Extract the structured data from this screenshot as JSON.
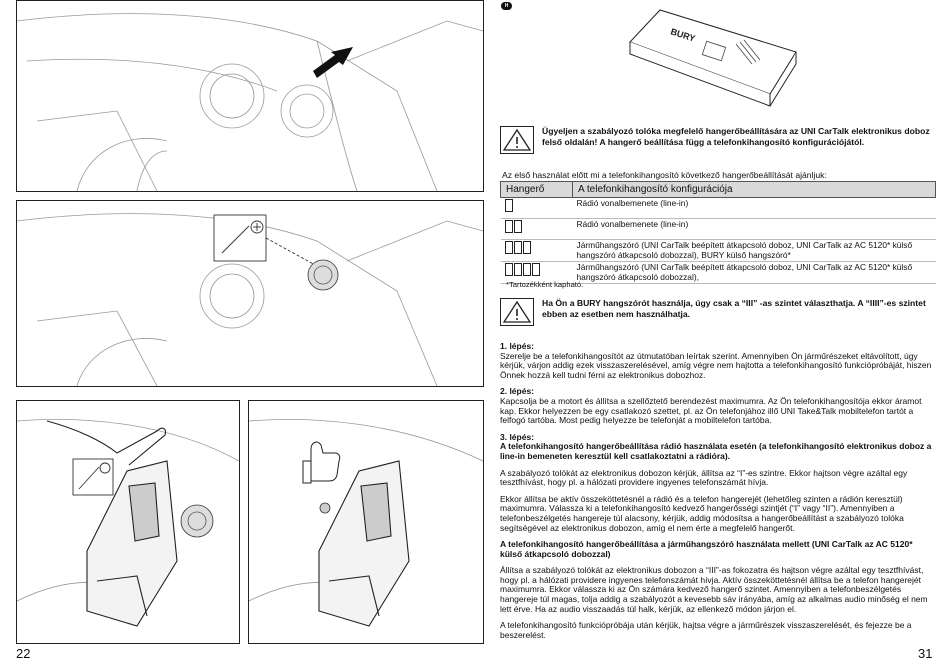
{
  "pages": {
    "left": "22",
    "right": "31"
  },
  "badge": "H",
  "warning1": "Ügyeljen a szabályozó tolóka megfelelő hangerőbeállítására az UNI CarTalk elektronikus doboz felső oldalán! A hangerő beállítása függ a telefonkihangosító konfigurációjától.",
  "intro": "Az első használat előtt mi a telefonkihangosító következő hangerőbeállítását ajánljuk:",
  "table": {
    "col1": "Hangerő",
    "col2": "A telefonkihangosító konfigurációja",
    "rows": [
      {
        "bars": 1,
        "text": "Rádió vonalbemenete (line-in)"
      },
      {
        "bars": 2,
        "text": "Rádió vonalbemenete (line-in)"
      },
      {
        "bars": 3,
        "text": "Járműhangszóró (UNI CarTalk beépített átkapcsoló doboz, UNI CarTalk az AC 5120* külső hangszóró átkapcsoló dobozzal), BURY külső hangszóró*"
      },
      {
        "bars": 4,
        "text": "Járműhangszóró (UNI CarTalk beépített átkapcsoló doboz, UNI CarTalk az AC 5120* külső hangszóró átkapcsoló dobozzal),"
      }
    ]
  },
  "footnote": "*Tartozékként kapható.",
  "warning2": "Ha Ön a BURY hangszórót használja, úgy csak a “III” -as szintet választhatja. A “IIII”-es szintet ebben az esetben nem használhatja.",
  "steps": [
    {
      "title": "1. lépés:",
      "body": "Szerelje be a telefonkihangosítót az útmutatóban leírtak szerint. Amennyiben Ön járműrészeket eltávolított, úgy kérjük, várjon addig ezek visszaszerelésével, amíg végre nem hajtotta a telefonkihangosító funkciópróbáját, hiszen Önnek hozzá kell tudni férni az elektronikus dobozhoz."
    },
    {
      "title": "2. lépés:",
      "body": "Kapcsolja be a motort és állítsa a szellőztető berendezést maximumra. Az Ön telefonkihangosítója ekkor áramot kap. Ekkor helyezzen be egy csatlakozó szettet, pl. az Ön telefonjához illő UNI Take&Talk mobiltelefon tartót a felfogó tartóba. Most pedig helyezze be telefonját a mobiltelefon tartóba."
    },
    {
      "title": "3. lépés:",
      "subtitle": "A telefonkihangosító hangerőbeállítása rádió használata esetén (a telefonkihangosító elektronikus doboz a line-in bemeneten keresztül kell csatlakoztatni a rádióra).",
      "body": "A szabályozó tolókát az elektronikus dobozon kérjük, állítsa az “I”-es szintre. Ekkor hajtson végre azáltal egy tesztfhívást, hogy pl. a hálózati providere ingyenes telefonszámát hívja."
    },
    {
      "body": "Ekkor állítsa be aktív összeköttetésnél a rádió és a telefon hangerejét (lehetőleg szinten a rádión keresztül) maximumra. Válassza ki a telefonkihangosító kedvező hangerősségi szintjét (“I” vagy “II”). Amennyiben a telefonbeszélgetés hangereje túl alacsony, kérjük, addig módosítsa a hangerőbeállítást a szabályozó tolóka segítségével az elektronikus dobozon, amíg el nem érte a megfelelő hangerőt."
    },
    {
      "subtitle": "A telefonkihangosító hangerőbeállítása a járműhangszóró használata mellett (UNI CarTalk az AC 5120* külső átkapcsoló dobozzal)",
      "body": "Állítsa a szabályozó tolókát az elektronikus dobozon a “III”-as fokozatra és hajtson végre azáltal egy tesztfhívást, hogy pl. a hálózati providere ingyenes telefonszámát hívja. Aktív összeköttetésnél állítsa be a telefon hangerejét maximumra. Ekkor válassza ki az Ön számára kedvező hangerő szintet. Amennyiben a telefonbeszélgetés hangereje túl magas, tolja addig a szabályozót a kevesebb sáv irányába, amíg az alkalmas audio minőség el nem lett érve. Ha az audio visszaadás túl halk, kérjük, az ellenkező módon járjon el."
    },
    {
      "body": "A telefonkihangosító funkciópróbája után kérjük, hajtsa végre a járműrészek visszaszerelését, és fejezze be a beszerelést."
    }
  ],
  "device_logo": "BURY"
}
